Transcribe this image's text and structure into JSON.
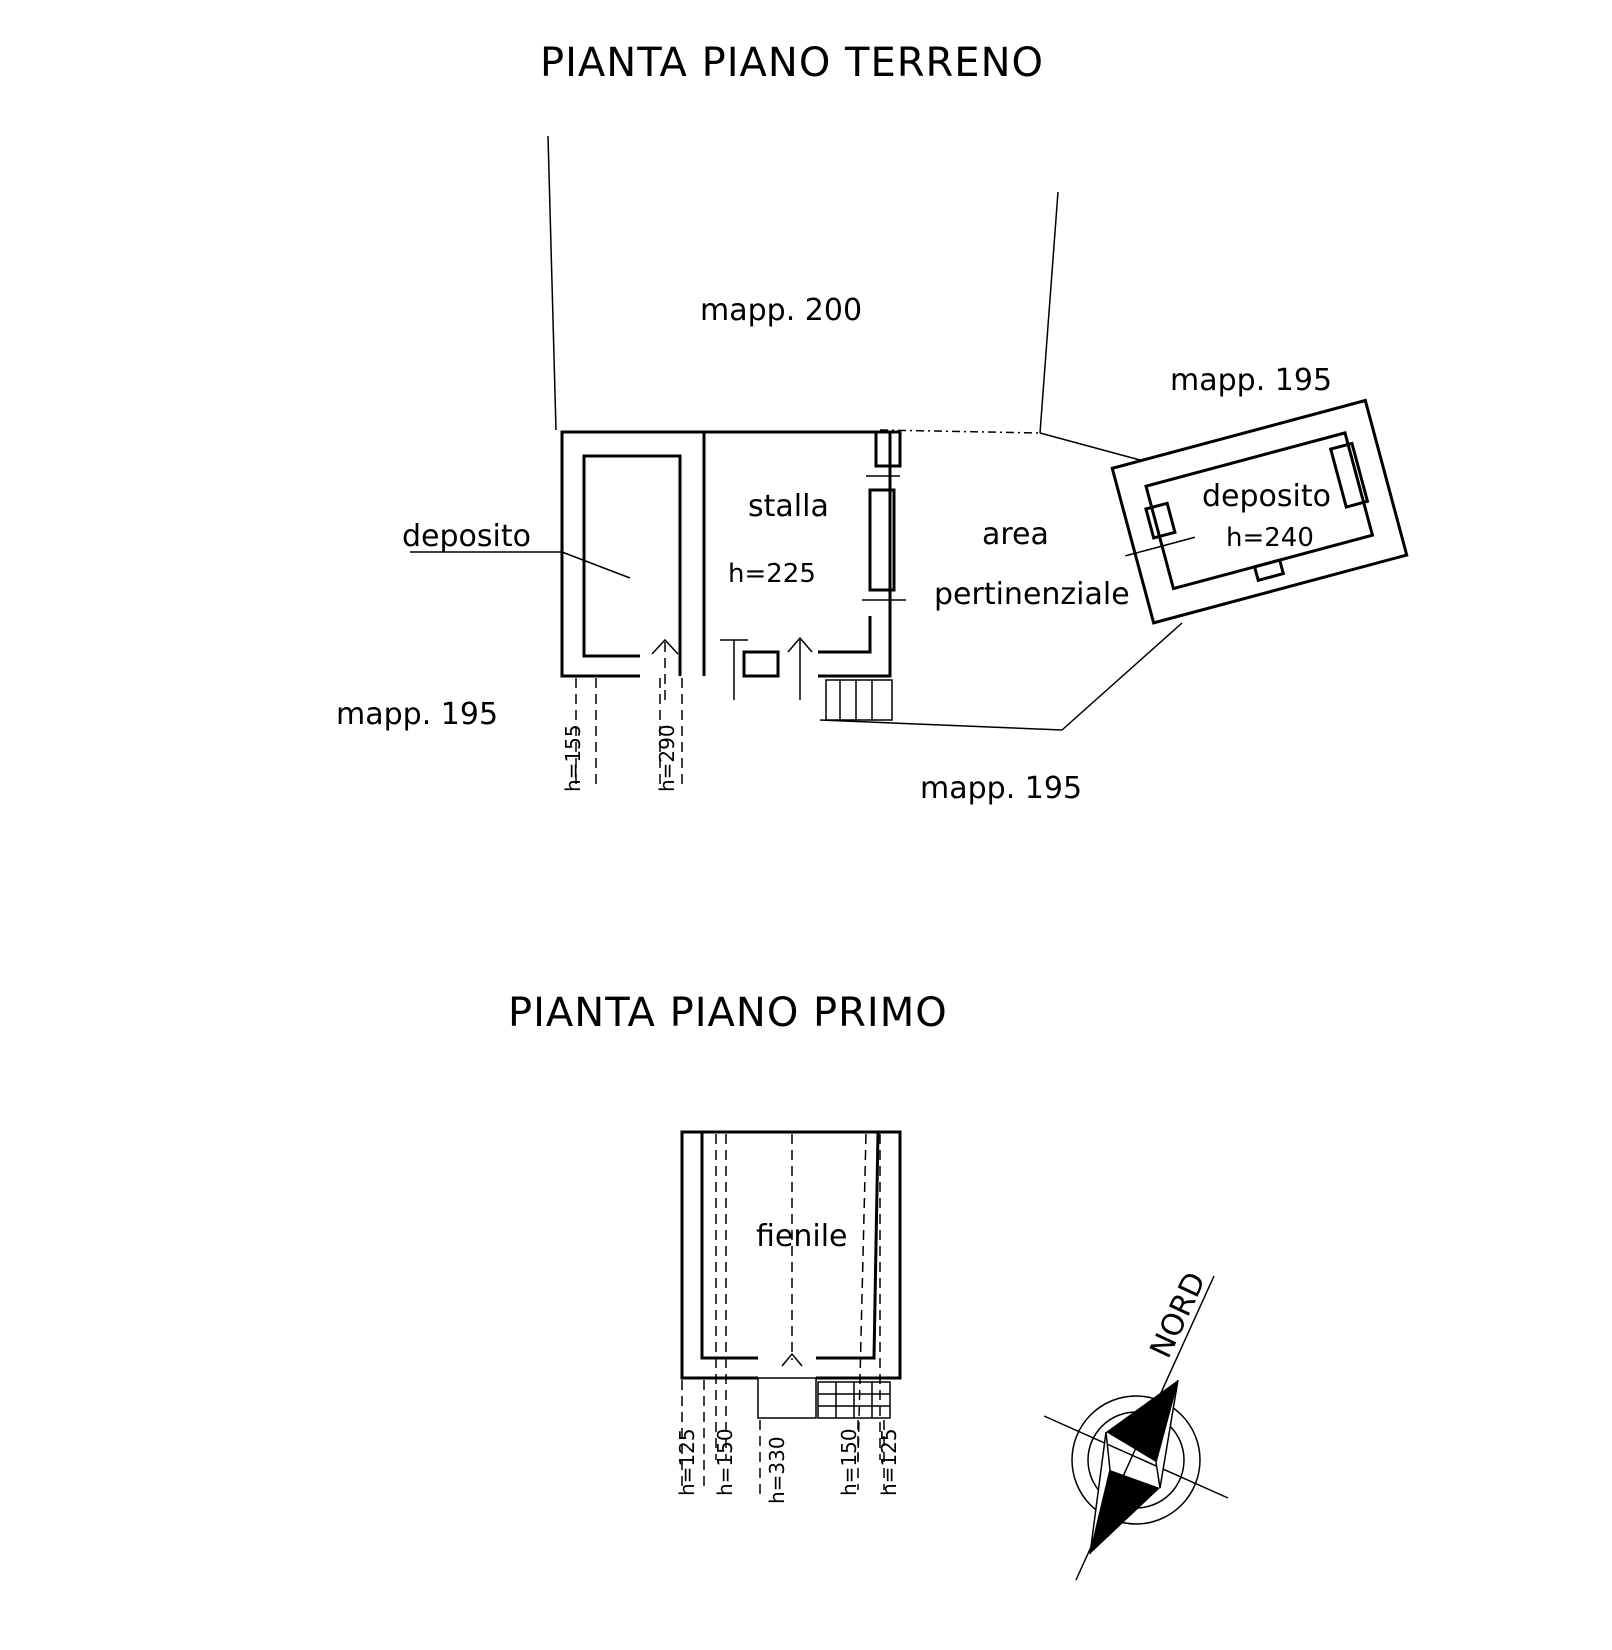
{
  "ground_floor": {
    "title": "PIANTA PIANO TERRENO",
    "parcel_north": "mapp. 200",
    "parcel_east": "mapp. 195",
    "parcel_west": "mapp. 195",
    "parcel_south": "mapp. 195",
    "room_deposito_west": "deposito",
    "room_stalla": "stalla",
    "stalla_height": "h=225",
    "area_line1": "area",
    "area_line2": "pertinenziale",
    "room_deposito_east": "deposito",
    "deposito_east_height": "h=240",
    "opening_heights": [
      "h=155",
      "h=290"
    ]
  },
  "first_floor": {
    "title": "PIANTA PIANO PRIMO",
    "room_fienile": "fienile",
    "opening_heights": [
      "h=125",
      "h=150",
      "h=330",
      "h=150",
      "h=125"
    ]
  },
  "compass": {
    "label": "NORD"
  }
}
